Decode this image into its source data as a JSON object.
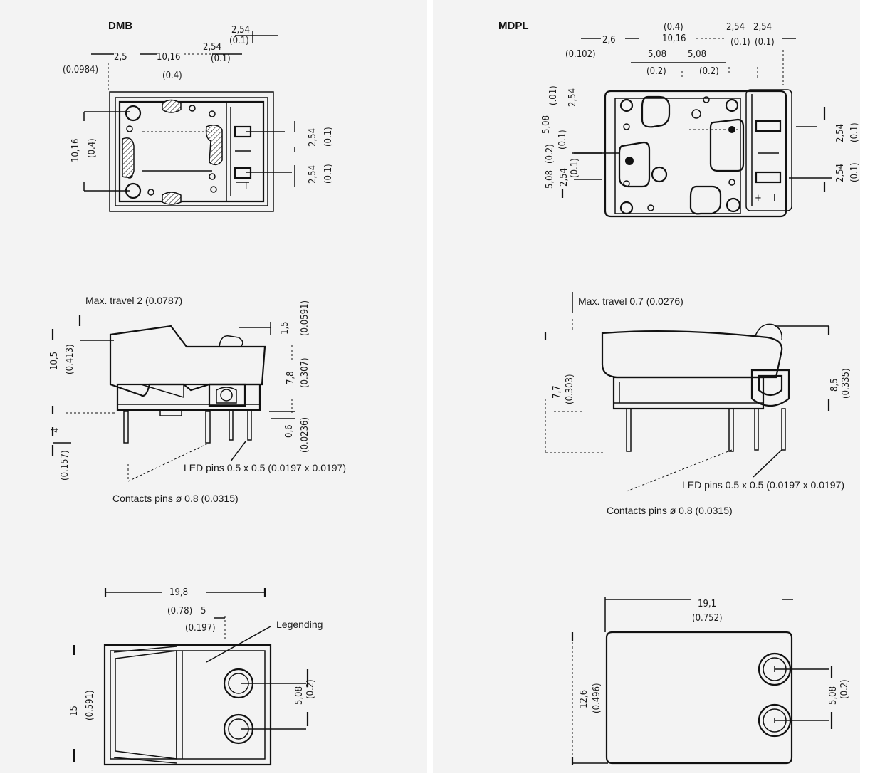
{
  "left": {
    "title": "DMB",
    "top_view": {
      "dims": [
        "2,54",
        "(0.1)",
        "2,54",
        "(0.1)",
        "2,5",
        "(0.0984)",
        "10,16",
        "(0.4)",
        "10,16",
        "(0.4)",
        "2,54",
        "(0.1)",
        "2,54",
        "(0.1)"
      ]
    },
    "side_view": {
      "max_travel": "Max. travel 2 (0.0787)",
      "dims": [
        "1,5",
        "(0.0591)",
        "10,5",
        "(0.413)",
        "7,8",
        "(0.307)",
        "4",
        "(0.157)",
        "0,6",
        "(0.0236)"
      ],
      "led_pins": "LED pins 0.5 x 0.5 (0.0197 x 0.0197)",
      "contact_pins": "Contacts pins ø  0.8 (0.0315)"
    },
    "front_view": {
      "dims": [
        "19,8",
        "(0.78)",
        "5",
        "(0.197)",
        "15",
        "(0.591)",
        "5,08",
        "(0.2)"
      ],
      "legending": "Legending"
    }
  },
  "right": {
    "title": "MDPL",
    "top_view": {
      "dims": [
        "(0.4)",
        "10,16",
        "2,54",
        "2,54",
        "(0.1)",
        "(0.1)",
        "2,6",
        "(0.102)",
        "5,08",
        "(0.2)",
        "5,08",
        "(0.2)",
        "5,08",
        "(.01)",
        "(0.1)",
        "2,54",
        "5,08",
        "(0.2)",
        "2,54",
        "(0.1)",
        "2,54",
        "(0.1)",
        "2,54",
        "(0.1)"
      ]
    },
    "side_view": {
      "max_travel": "Max. travel 0.7 (0.0276)",
      "dims": [
        "7,7",
        "(0.303)",
        "8,5",
        "(0.335)"
      ],
      "led_pins": "LED pins 0.5 x 0.5 (0.0197 x 0.0197)",
      "contact_pins": "Contacts pins ø 0.8 (0.0315)"
    },
    "front_view": {
      "dims": [
        "19,1",
        "(0.752)",
        "12,6",
        "(0.496)",
        "5,08",
        "(0.2)"
      ]
    }
  }
}
